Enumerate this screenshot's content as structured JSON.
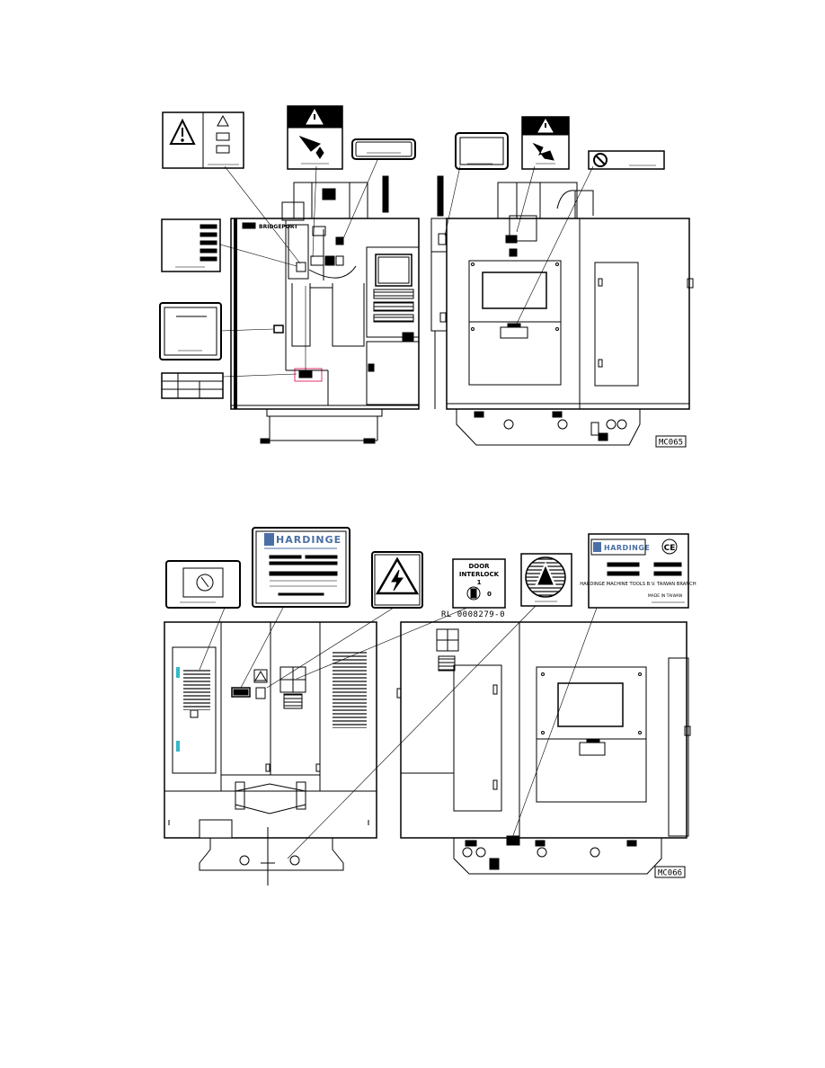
{
  "top_figure": {
    "brand_label": "BRIDGEPORT",
    "figure_code": "MC065"
  },
  "bottom_figure": {
    "hardinge_logo": "HARDINGE",
    "door_interlock_title_line1": "DOOR",
    "door_interlock_title_line2": "INTERLOCK",
    "door_interlock_pos_on": "1",
    "door_interlock_pos_off": "0",
    "part_number": "RL 0008279-0",
    "nameplate_footer": "HARDINGE MACHINE TOOLS B.V. TAIWAN BRANCH",
    "nameplate_made_in": "MADE IN TAIWAN",
    "figure_code": "MC066"
  },
  "colors": {
    "line": "#000000",
    "accent_pink": "#e0306a",
    "accent_cyan": "#34b9c9",
    "logo_blue": "#4a6fa5"
  }
}
